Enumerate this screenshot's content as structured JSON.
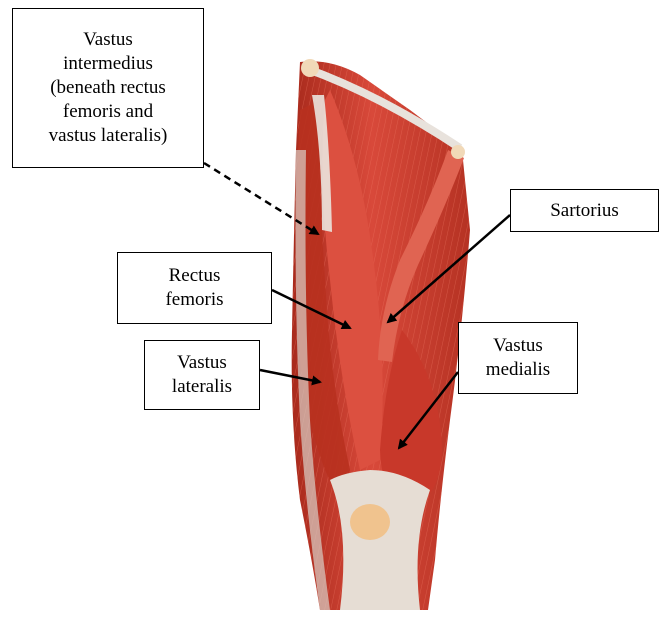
{
  "colors": {
    "muscle": "#cf3c2c",
    "muscle_dark": "#9e2418",
    "muscle_light": "#e8735f",
    "tendon": "#e9e2dc",
    "patella": "#f2c894",
    "arrow": "#000000"
  },
  "labels": {
    "vastus_intermedius": "Vastus\nintermedius\n(beneath rectus\nfemoris and\nvastus lateralis)",
    "sartorius": "Sartorius",
    "rectus_femoris": "Rectus\nfemoris",
    "vastus_medialis": "Vastus\nmedialis",
    "vastus_lateralis": "Vastus\nlateralis"
  }
}
